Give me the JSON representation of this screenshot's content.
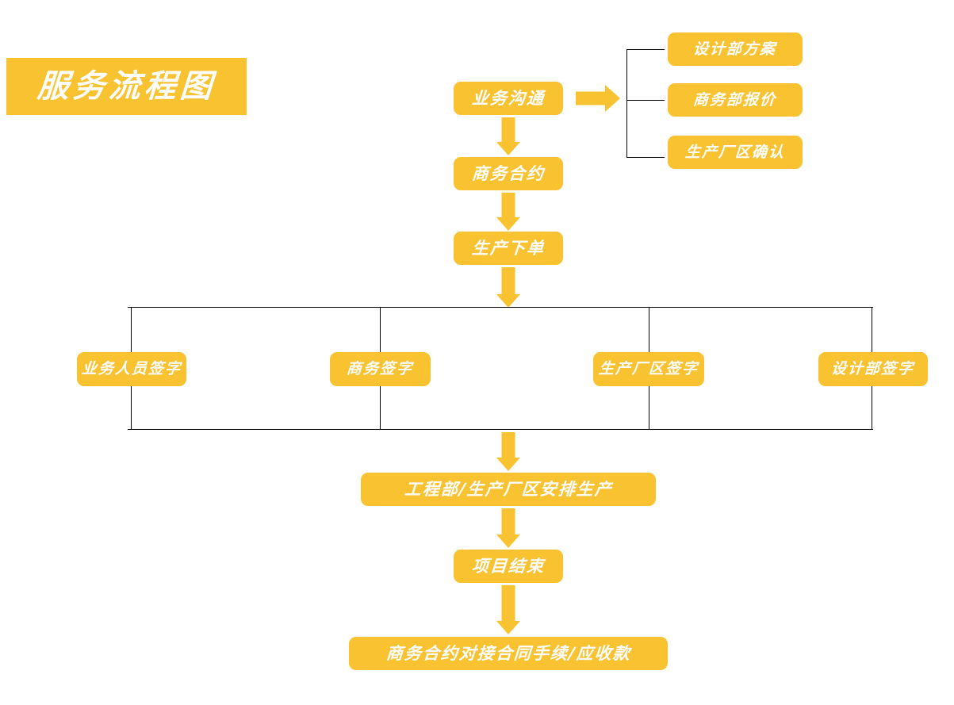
{
  "diagram": {
    "title": "服务流程图",
    "accent_color": "#F9C231",
    "line_color": "#000000",
    "background_color": "#FFFFFF",
    "text_color": "#FFFFFF"
  },
  "main_flow": [
    {
      "id": "n1",
      "label": "业务沟通"
    },
    {
      "id": "n2",
      "label": "商务合约"
    },
    {
      "id": "n3",
      "label": "生产下单"
    },
    {
      "id": "n8",
      "label": "工程部/生产厂区安排生产"
    },
    {
      "id": "n9",
      "label": "项目结束"
    },
    {
      "id": "n10",
      "label": "商务合约对接合同手续/应收款"
    }
  ],
  "branch_boxes": [
    {
      "id": "b1",
      "label": "设计部方案"
    },
    {
      "id": "b2",
      "label": "商务部报价"
    },
    {
      "id": "b3",
      "label": "生产厂区确认"
    }
  ],
  "signature_boxes": [
    {
      "id": "s1",
      "label": "业务人员签字"
    },
    {
      "id": "s2",
      "label": "商务签字"
    },
    {
      "id": "s3",
      "label": "生产厂区签字"
    },
    {
      "id": "s4",
      "label": "设计部签字"
    }
  ],
  "connectors": {
    "arrow_business_to_branch": "right-arrow",
    "arrow_n1_n2": "down-arrow",
    "arrow_n2_n3": "down-arrow",
    "arrow_n3_to_signatures": "down-arrow",
    "arrow_signatures_to_n8": "down-arrow",
    "arrow_n8_n9": "down-arrow",
    "arrow_n9_n10": "down-arrow",
    "branch_bracket": "three-way-bracket",
    "signature_rails": "four-column-split-and-merge"
  }
}
